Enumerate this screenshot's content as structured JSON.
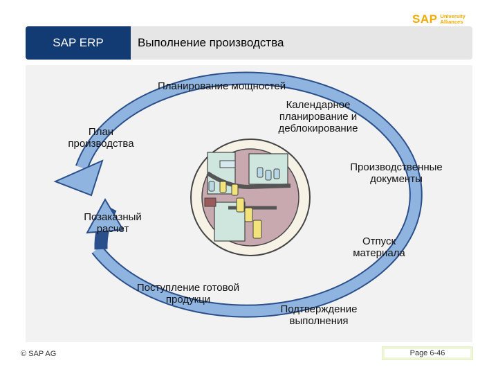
{
  "logo": {
    "brand": "SAP",
    "line1": "University",
    "line2": "Alliances"
  },
  "header": {
    "product": "SAP ERP",
    "title": "Выполнение производства"
  },
  "cycle": {
    "steps": [
      "Планирование мощностей",
      "Календарное планирование и деблокирование",
      "Производственные документы",
      "Отпуск материала",
      "Подтверждение выполнения",
      "Поступление готовой продукци",
      "Позаказный расчет",
      "План производства"
    ],
    "arrow_color": "#7fa8d8",
    "arrow_outline": "#2a4f8a"
  },
  "footer": {
    "copyright": "© SAP AG",
    "page": "Page 6-46"
  },
  "colors": {
    "header_blue": "#123a73",
    "header_gray": "#e6e6e6",
    "logo_gold": "#f0ab00"
  }
}
